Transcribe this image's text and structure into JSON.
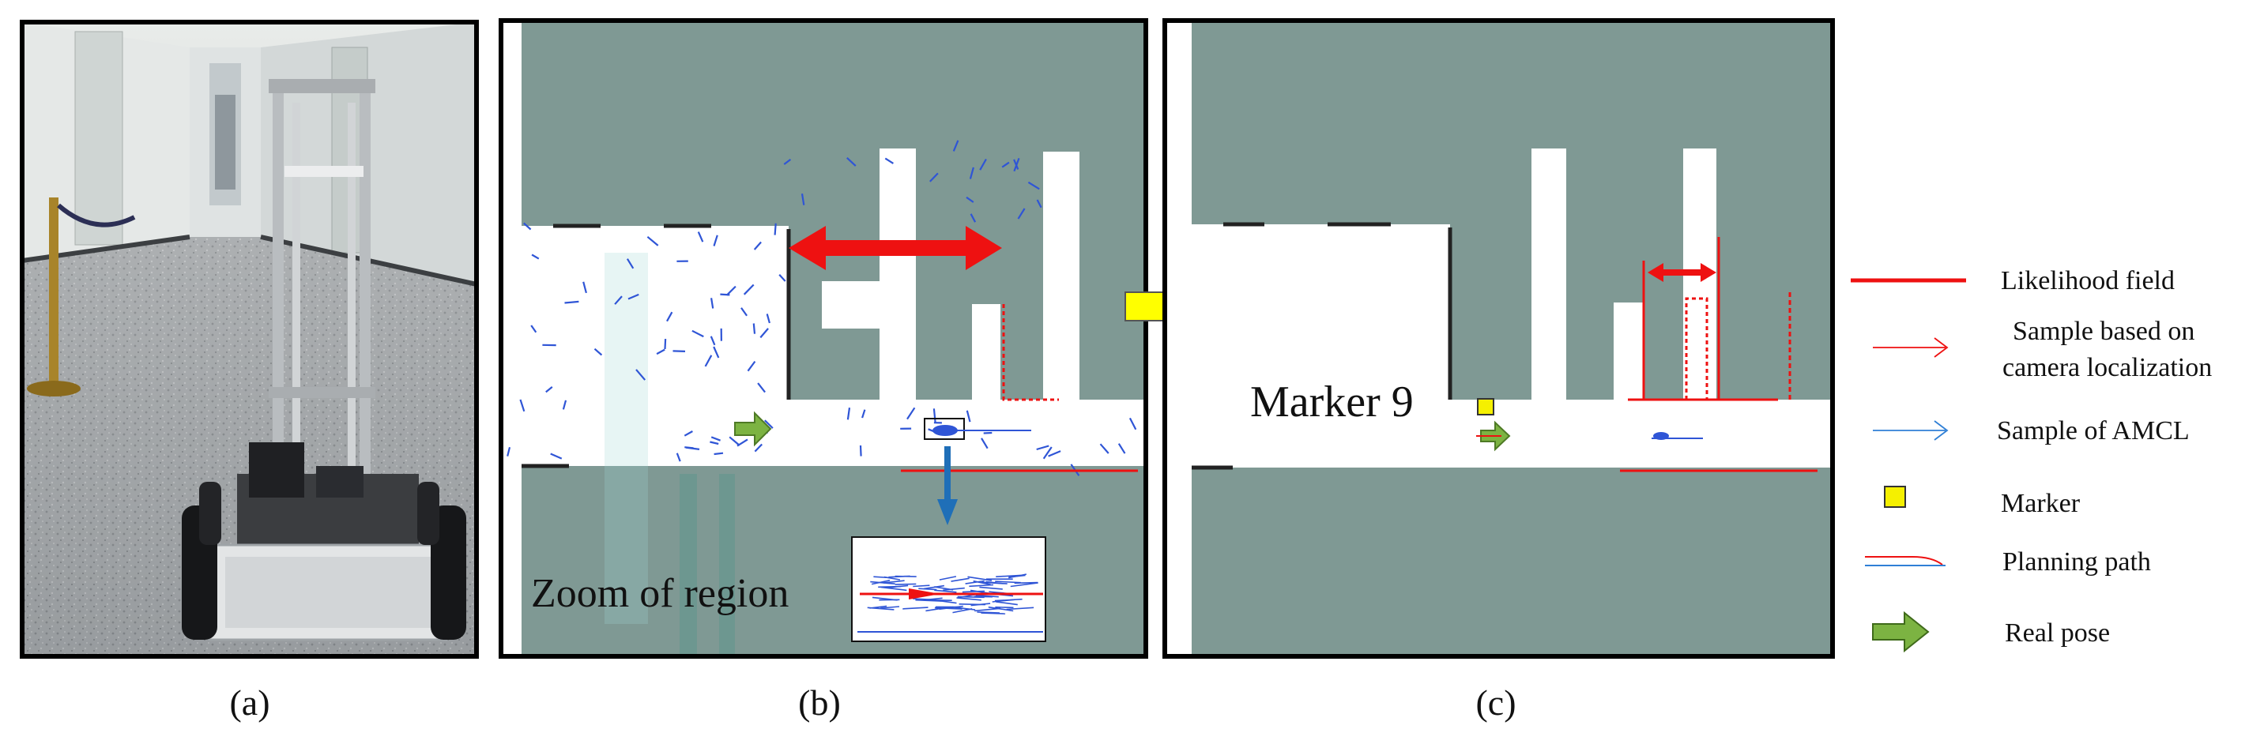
{
  "panels": {
    "a": {
      "caption": "(a)"
    },
    "b": {
      "caption": "(b)",
      "zoom_text": "Zoom of region"
    },
    "c": {
      "caption": "(c)",
      "marker_text": "Marker 9"
    }
  },
  "legend": [
    {
      "key": "likelihood",
      "lines": [
        "Likelihood field"
      ]
    },
    {
      "key": "camera",
      "lines": [
        "Sample based on",
        "camera localization"
      ]
    },
    {
      "key": "amcl",
      "lines": [
        "Sample of AMCL"
      ]
    },
    {
      "key": "marker",
      "lines": [
        "Marker"
      ]
    },
    {
      "key": "path",
      "lines": [
        "Planning path"
      ]
    },
    {
      "key": "pose",
      "lines": [
        "Real pose"
      ]
    }
  ],
  "colors": {
    "wall": "#7f9994",
    "free": "#ffffff",
    "likelihood": "#ee1111",
    "amcl": "#2f55d6",
    "marker": "#f5f000",
    "pose": "#7cb342",
    "transition": "#ffff00",
    "zoom_arrow": "#1f6fb8"
  },
  "icons": [
    "robot-photo",
    "transition-arrow-icon",
    "zoom-arrow-icon",
    "marker-square-icon",
    "real-pose-arrow-icon"
  ]
}
